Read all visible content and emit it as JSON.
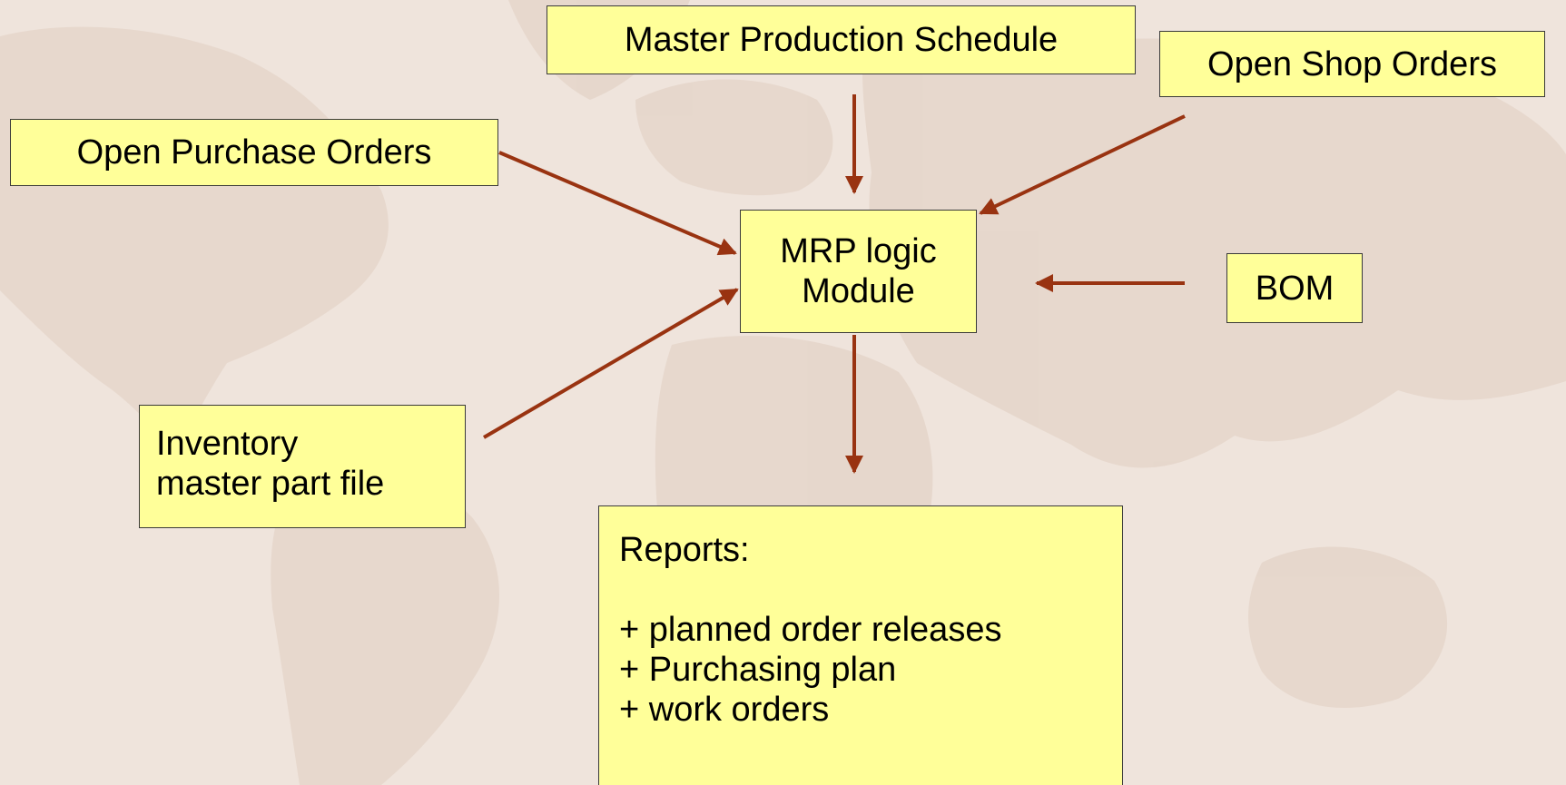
{
  "nodes": {
    "master_production_schedule": "Master Production Schedule",
    "open_shop_orders": "Open Shop Orders",
    "open_purchase_orders": "Open Purchase Orders",
    "mrp_logic_module": [
      "MRP logic",
      "Module"
    ],
    "bom": "BOM",
    "inventory_master_part_file": [
      "Inventory",
      "master part file"
    ],
    "reports": {
      "heading": "Reports:",
      "items": [
        "+ planned order releases",
        "+ Purchasing plan",
        "+ work orders"
      ]
    }
  },
  "edges": [
    {
      "from": "master_production_schedule",
      "to": "mrp_logic_module"
    },
    {
      "from": "open_shop_orders",
      "to": "mrp_logic_module"
    },
    {
      "from": "open_purchase_orders",
      "to": "mrp_logic_module"
    },
    {
      "from": "bom",
      "to": "mrp_logic_module"
    },
    {
      "from": "inventory_master_part_file",
      "to": "mrp_logic_module"
    },
    {
      "from": "mrp_logic_module",
      "to": "reports"
    }
  ],
  "colors": {
    "box_fill": "#ffff99",
    "box_border": "#3a3a3a",
    "arrow": "#993311",
    "background": "#efe4dc",
    "map_land": "#e6d6cb"
  }
}
